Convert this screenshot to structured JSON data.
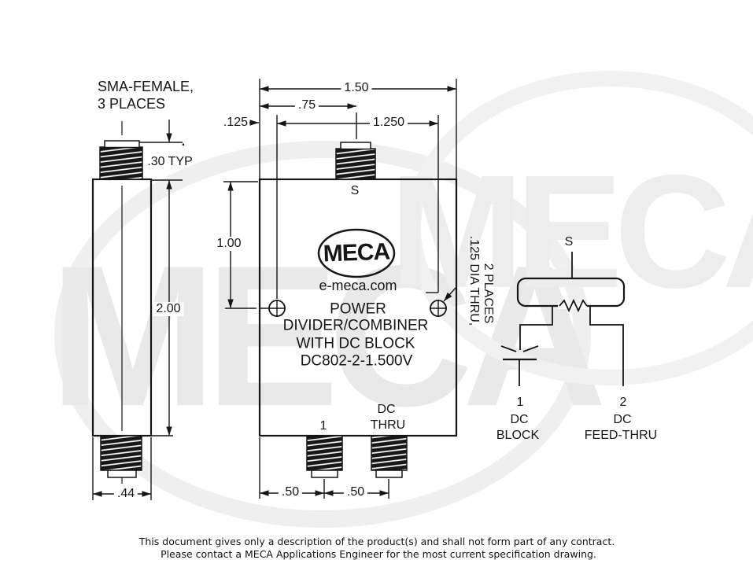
{
  "watermark": {
    "text": "MECA"
  },
  "left_view": {
    "note_line1": "SMA-FEMALE,",
    "note_line2": "3 PLACES",
    "dim_connector_height": ".30 TYP",
    "dim_body_height": "2.00",
    "dim_connector_width": ".44",
    "stray_dot": "."
  },
  "top_view": {
    "dim_overall_width": "1.50",
    "dim_port_s_offset": ".75",
    "dim_hole_spacing": "1.250",
    "dim_edge_to_hole": ".125",
    "dim_hole_height": "1.00",
    "dim_port1_offset": ".50",
    "dim_port_pitch": ".50",
    "hole_note_line1": ".125 DIA THRU,",
    "hole_note_line2": "2 PLACES",
    "port_s": "S",
    "port_1": "1",
    "port_dc_line1": "DC",
    "port_dc_line2": "THRU",
    "logo": "MECA",
    "website": "e-meca.com",
    "title_line1": "POWER",
    "title_line2": "DIVIDER/COMBINER",
    "title_line3": "WITH DC BLOCK",
    "model": "DC802-2-1.500V"
  },
  "schematic": {
    "port_s": "S",
    "port1_num": "1",
    "port1_line1": "DC",
    "port1_line2": "BLOCK",
    "port2_num": "2",
    "port2_line1": "DC",
    "port2_line2": "FEED-THRU"
  },
  "footer": {
    "line1": "This document gives only a description of the product(s) and shall not form part of any contract.",
    "line2": "Please contact a MECA Applications Engineer for the most current specification drawing."
  },
  "colors": {
    "line": "#161616",
    "watermark": "#eaeaea"
  }
}
